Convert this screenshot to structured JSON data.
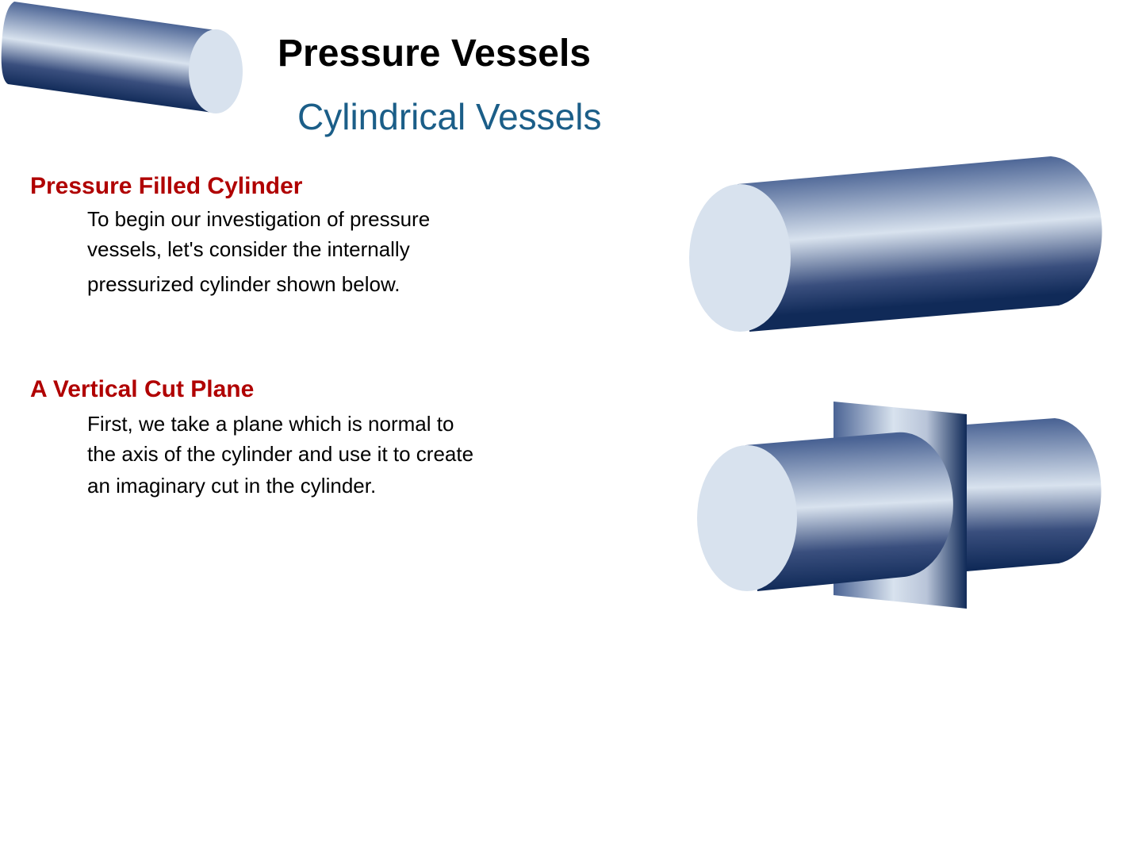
{
  "header": {
    "title": "Pressure Vessels",
    "subtitle": "Cylindrical Vessels"
  },
  "sections": [
    {
      "heading": "Pressure Filled Cylinder",
      "lines": [
        "To begin our investigation of pressure",
        "vessels, let's consider the internally",
        "pressurized cylinder shown below."
      ]
    },
    {
      "heading": "A Vertical Cut Plane",
      "lines": [
        "First, we take a plane which is normal to",
        "the axis of the cylinder and use it to create",
        "an imaginary cut in the cylinder."
      ]
    }
  ],
  "colors": {
    "heading": "#b00000",
    "subtitle": "#1b5e88",
    "cylinder_dark": "#102a58",
    "cylinder_mid": "#4a6394",
    "cylinder_light": "#d8e2ee"
  }
}
